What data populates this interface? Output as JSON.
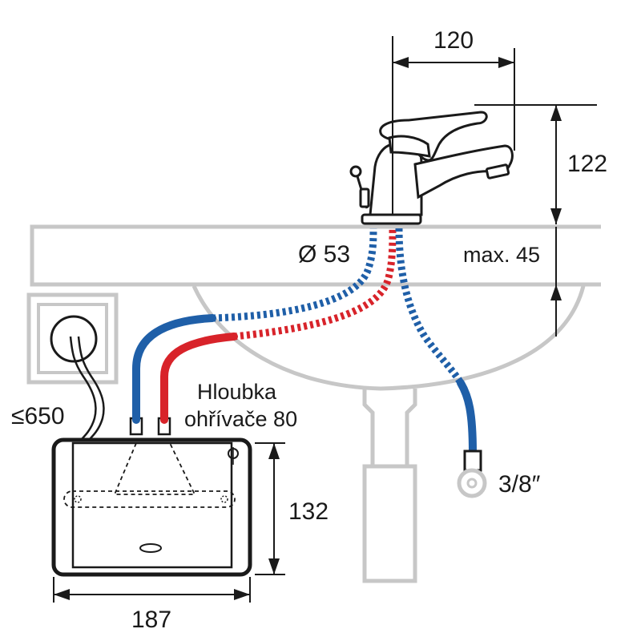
{
  "labels": {
    "faucet_width": "120",
    "faucet_height": "122",
    "hole_diameter": "Ø 53",
    "max_thickness": "max. 45",
    "cable_length": "≤650",
    "heater_depth_line1": "Hloubka",
    "heater_depth_line2": "ohřívače 80",
    "heater_height": "132",
    "heater_width": "187",
    "connector_size": "3/8″"
  },
  "colors": {
    "outline": "#1a1a1a",
    "gray": "#c7c7c7",
    "gray_dark": "#a8a8a8",
    "hot": "#d8232a",
    "cold": "#1f5fa8"
  }
}
